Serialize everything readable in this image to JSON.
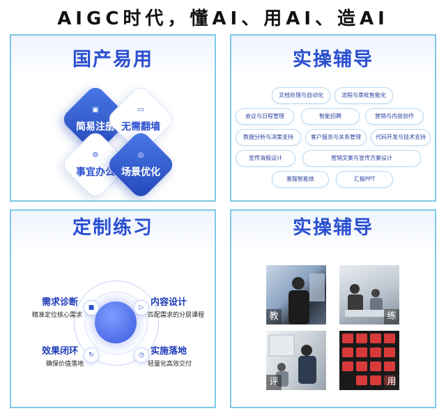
{
  "page_title": "AIGC时代，懂AI、用AI、造AI",
  "panel1": {
    "heading": "国产易用",
    "items": [
      {
        "label": "简易注册",
        "icon": "id-card-icon"
      },
      {
        "label": "无需翻墙",
        "icon": "monitor-icon"
      },
      {
        "label": "事宜办公",
        "icon": "gear-icon"
      },
      {
        "label": "场景优化",
        "icon": "target-icon"
      }
    ]
  },
  "panel2": {
    "heading": "实操辅导",
    "pills": [
      "文档处理与自动化",
      "流程与审批智能化",
      "会议与日程管理",
      "智能招聘",
      "营销与内容创作",
      "数据分析与决策支持",
      "客户服务与关系管理",
      "代码开发与技术支持",
      "宣传海报设计",
      "营销文案与宣传方案设计",
      "客服智能体",
      "汇报PPT"
    ]
  },
  "panel3": {
    "heading": "定制练习",
    "steps": [
      {
        "title": "需求诊断",
        "sub": "精准定位核心需求"
      },
      {
        "title": "内容设计",
        "sub": "匹配需求的分层课程"
      },
      {
        "title": "效果闭环",
        "sub": "确保价值落地"
      },
      {
        "title": "实施落地",
        "sub": "轻量化高效交付"
      }
    ]
  },
  "panel4": {
    "heading": "实操辅导",
    "photos": [
      {
        "tag": "教"
      },
      {
        "tag": "练"
      },
      {
        "tag": "评"
      },
      {
        "tag": "用"
      }
    ]
  },
  "colors": {
    "accent": "#2a4fd0",
    "border": "#7ec8e8",
    "diamond_blue": "#2f55c8"
  }
}
